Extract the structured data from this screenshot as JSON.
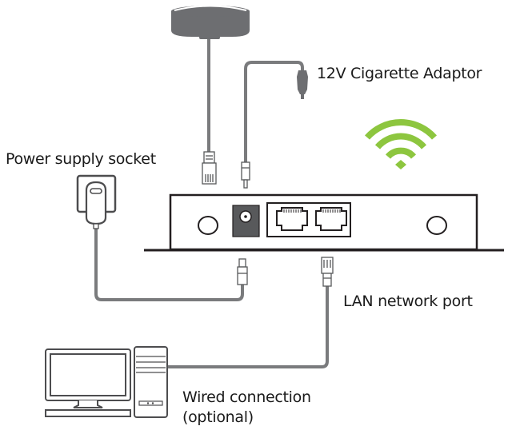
{
  "labels": {
    "cigarette_adaptor": "12V Cigarette Adaptor",
    "power_socket": "Power supply socket",
    "lan_port": "LAN network port",
    "wired_line1": "Wired connection",
    "wired_line2": "(optional)"
  },
  "icons": {
    "antenna": "antenna-icon",
    "wifi": "wifi-icon",
    "wall_adapter": "wall-power-adapter-icon",
    "router": "router-device-icon",
    "computer": "desktop-computer-icon"
  },
  "colors": {
    "cable": "#7a7b7d",
    "outline": "#231f20",
    "wifi": "#8dc63f",
    "antenna": "#6d6e71",
    "dc_jack": "#58595b",
    "text": "#1a1a1a"
  }
}
